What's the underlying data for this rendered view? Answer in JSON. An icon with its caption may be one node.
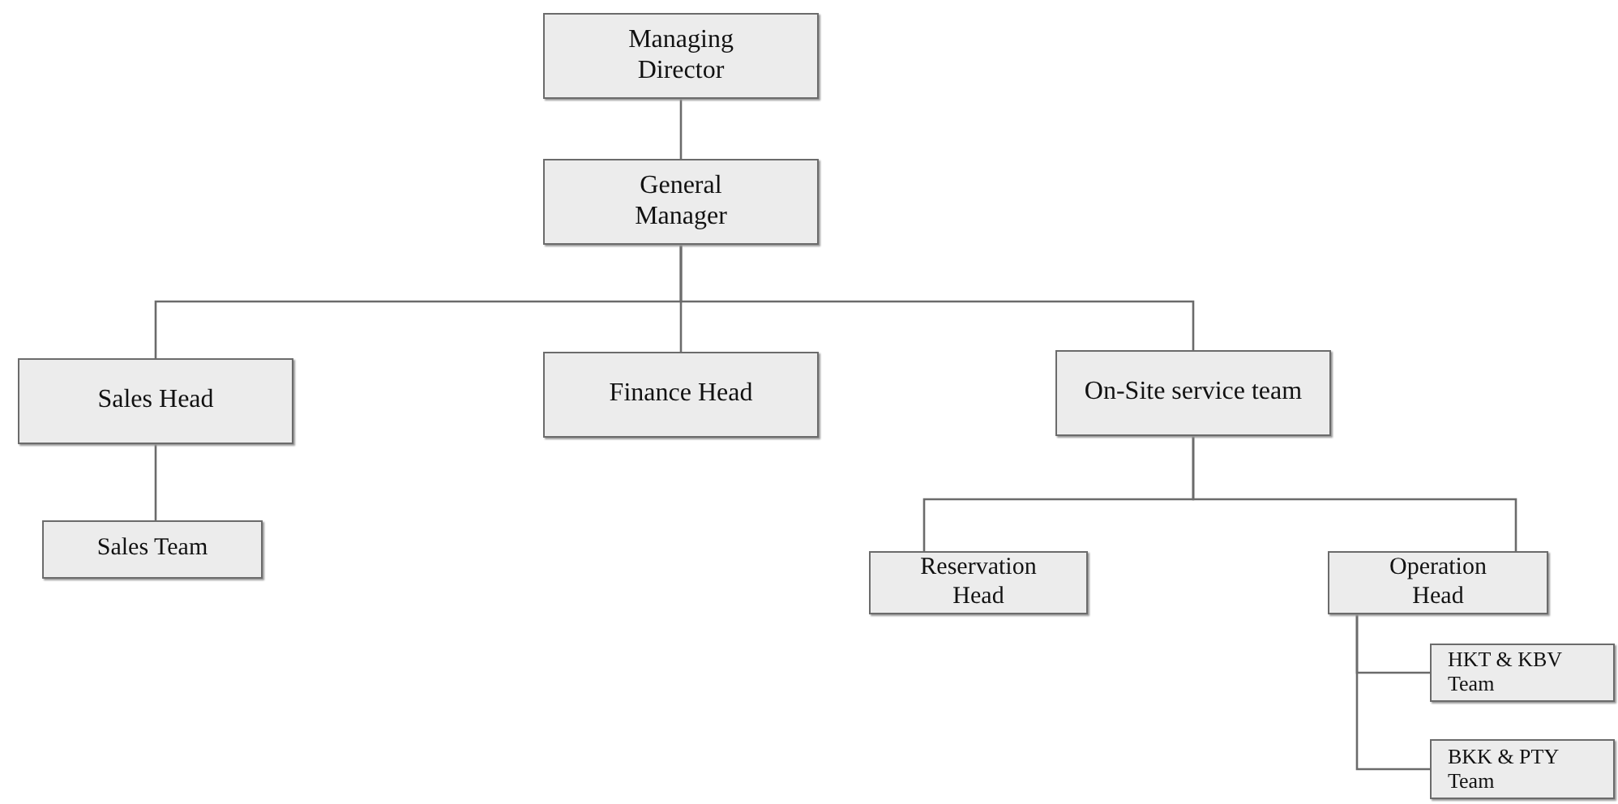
{
  "diagram": {
    "nodes": [
      {
        "text": [
          "Managing Director"
        ]
      },
      {
        "text": [
          "General Manager"
        ]
      },
      {
        "text": [
          "Sales Head"
        ]
      },
      {
        "text": [
          "Finance Head"
        ]
      },
      {
        "text": [
          "On-Site service team"
        ]
      },
      {
        "text": [
          "Sales Team"
        ]
      },
      {
        "text": [
          "Reservation Head"
        ]
      },
      {
        "text": [
          "Operation Head"
        ]
      },
      {
        "text": [
          "HKT & KBV Team"
        ]
      },
      {
        "text": [
          "BKK & PTY Team"
        ]
      }
    ],
    "edges": [
      {
        "from": 0,
        "to": 1,
        "arrow": "none"
      },
      {
        "from": 1,
        "to": 2,
        "arrow": "none"
      },
      {
        "from": 1,
        "to": 3,
        "arrow": "none"
      },
      {
        "from": 1,
        "to": 4,
        "arrow": "none"
      },
      {
        "from": 2,
        "to": 5,
        "arrow": "none"
      },
      {
        "from": 4,
        "to": 6,
        "arrow": "none"
      },
      {
        "from": 4,
        "to": 7,
        "arrow": "none"
      },
      {
        "from": 7,
        "to": 8,
        "arrow": "none"
      },
      {
        "from": 7,
        "to": 9,
        "arrow": "none"
      }
    ]
  }
}
